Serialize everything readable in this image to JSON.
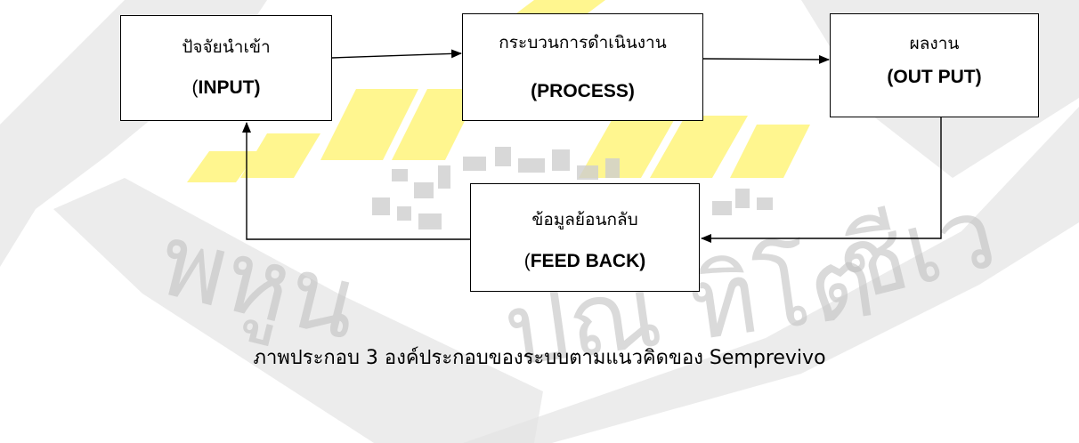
{
  "diagram": {
    "nodes": {
      "input": {
        "label_th": "ปัจจัยนำเข้า",
        "label_en": "INPUT",
        "paren_open": "(",
        "paren_close": ")"
      },
      "process": {
        "label_th": "กระบวนการดำเนินงาน",
        "label_en": "(PROCESS)"
      },
      "output": {
        "label_th": "ผลงาน",
        "label_en": "(OUT PUT)"
      },
      "feedback": {
        "label_th": "ข้อมูลย้อนกลับ",
        "label_en": "FEED BACK",
        "paren_open": "(",
        "paren_close": ")"
      }
    },
    "edges": [
      {
        "from": "input",
        "to": "process"
      },
      {
        "from": "process",
        "to": "output"
      },
      {
        "from": "output",
        "to": "feedback"
      },
      {
        "from": "feedback",
        "to": "input"
      }
    ],
    "caption": "ภาพประกอบ 3 องค์ประกอบของระบบตามแนวคิดของ Semprevivo"
  },
  "watermark": {
    "text_line1": "พหูน",
    "text_line2": "ปณ ทิโต",
    "text_line3": "ชีเว",
    "color": "#bdbdbd",
    "accent_color": "#fff36a"
  }
}
